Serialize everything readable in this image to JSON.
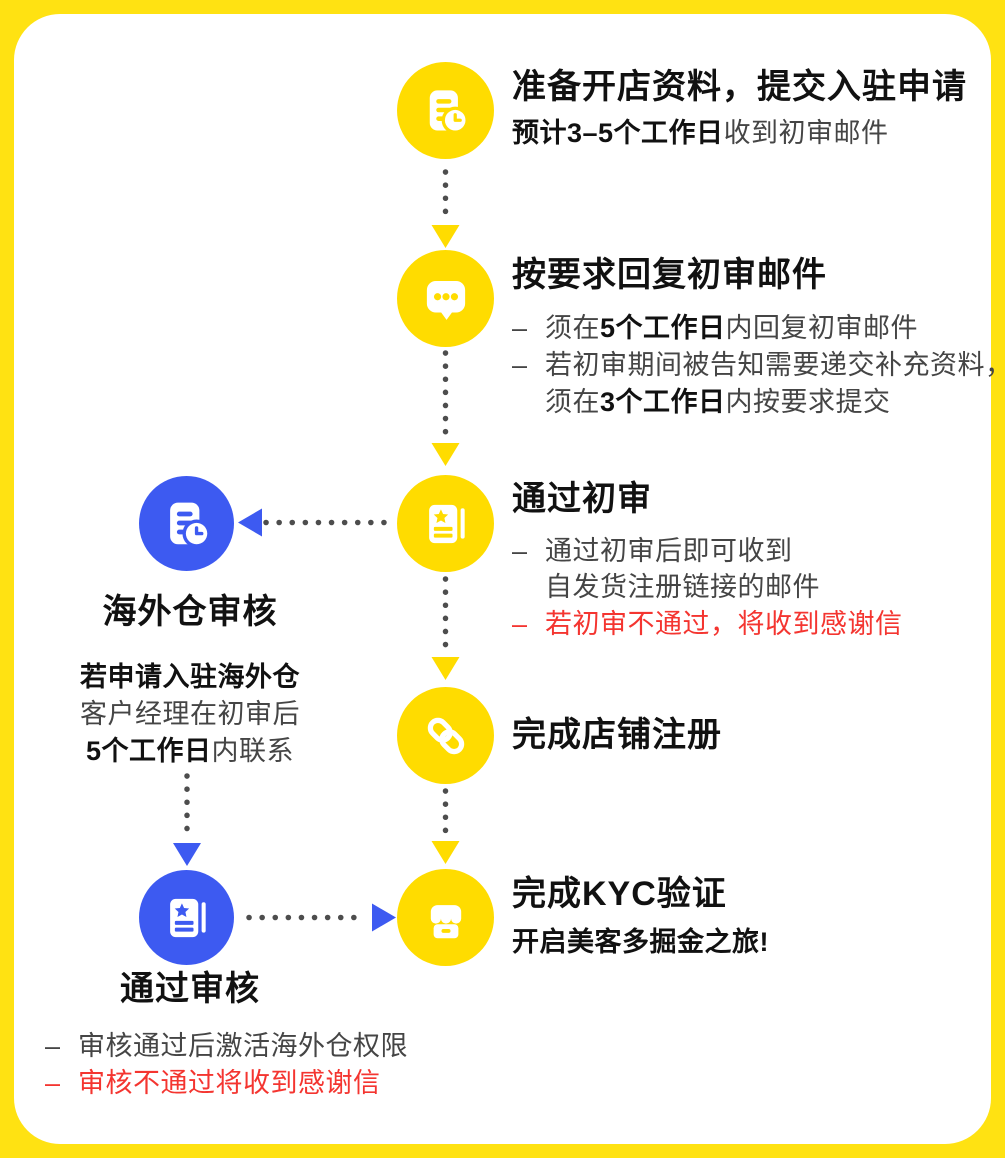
{
  "colors": {
    "frame_yellow": "#ffe212",
    "node_yellow": "#ffdc00",
    "node_blue": "#3d5af1",
    "connector_gray": "#4d4d4d",
    "title_black": "#111111",
    "body_gray": "#454545",
    "alert_red": "#f43530",
    "icon_white": "#ffffff"
  },
  "icons": {
    "step1": "document-clock-icon",
    "step2": "chat-dots-icon",
    "step3": "certificate-star-icon",
    "step4": "chain-link-icon",
    "step5": "storefront-icon",
    "warehouse_review": "document-clock-icon",
    "review_passed": "certificate-star-icon"
  },
  "steps": {
    "s1": {
      "title": "准备开店资料，提交入驻申请",
      "sub_bold": "预计3–5个工作日",
      "sub_rest": "收到初审邮件"
    },
    "s2": {
      "title": "按要求回复初审邮件",
      "dash": "–",
      "b1_pre": "须在",
      "b1_bold": "5个工作日",
      "b1_post": "内回复初审邮件",
      "b2_line1": "若初审期间被告知需要递交补充资料，",
      "b2_pre": "须在",
      "b2_bold": "3个工作日",
      "b2_post": "内按要求提交"
    },
    "s3": {
      "title": "通过初审",
      "dash": "–",
      "b1_line1": "通过初审后即可收到",
      "b1_line2": "自发货注册链接的邮件",
      "b2_red": "若初审不通过，将收到感谢信"
    },
    "s4": {
      "title": "完成店铺注册"
    },
    "s5": {
      "title": "完成KYC验证",
      "sub": "开启美客多掘金之旅!"
    }
  },
  "branch": {
    "warehouse": {
      "heading": "海外仓审核",
      "p1_bold": "若申请入驻海外仓",
      "p2": "客户经理在初审后",
      "p3_bold": "5个工作日",
      "p3_rest": "内联系"
    },
    "approved": {
      "heading": "通过审核",
      "dash": "–",
      "b1": "审核通过后激活海外仓权限",
      "b2_red": "审核不通过将收到感谢信"
    }
  }
}
